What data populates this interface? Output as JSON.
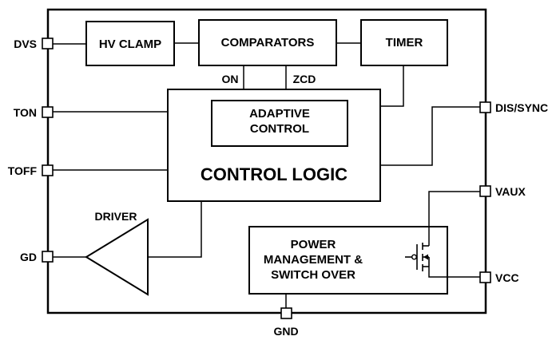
{
  "pins": {
    "dvs": "DVS",
    "ton": "TON",
    "toff": "TOFF",
    "gd": "GD",
    "gnd": "GND",
    "dis_sync": "DIS/SYNC",
    "vaux": "VAUX",
    "vcc": "VCC"
  },
  "blocks": {
    "hv_clamp": "HV CLAMP",
    "comparators": "COMPARATORS",
    "timer": "TIMER",
    "adaptive_line1": "ADAPTIVE",
    "adaptive_line2": "CONTROL",
    "control_logic": "CONTROL LOGIC",
    "driver": "DRIVER",
    "power_line1": "POWER",
    "power_line2": "MANAGEMENT &",
    "power_line3": "SWITCH OVER"
  },
  "signals": {
    "on": "ON",
    "zcd": "ZCD"
  }
}
